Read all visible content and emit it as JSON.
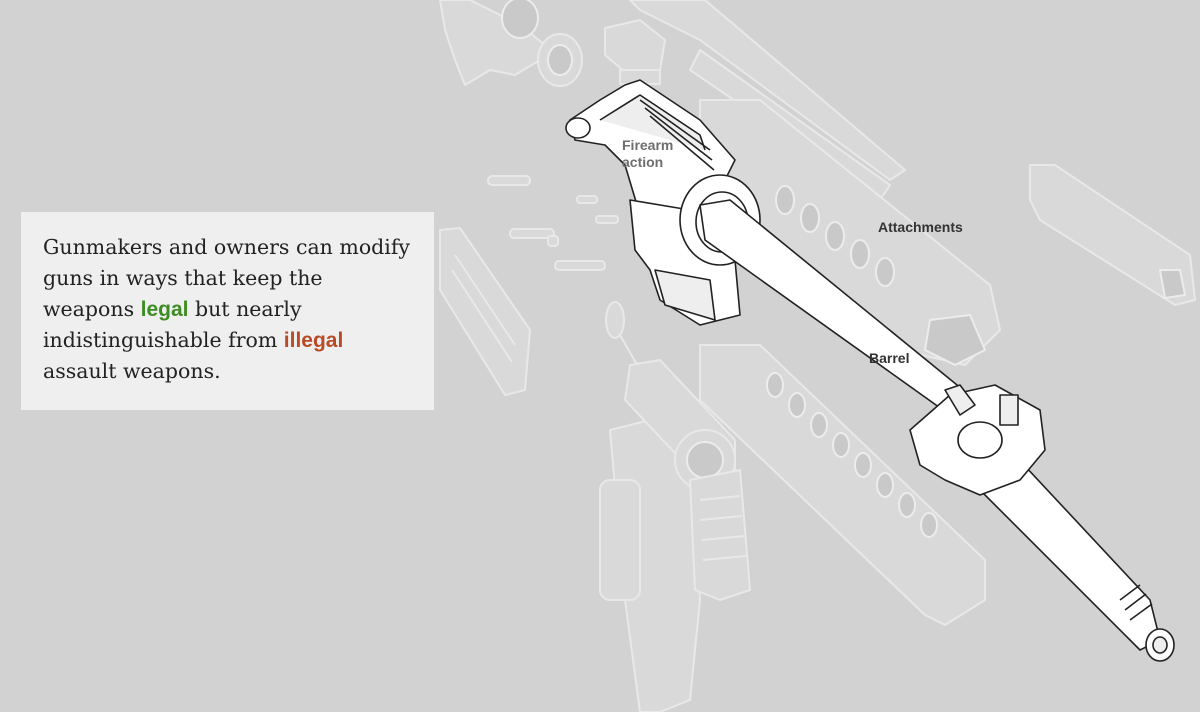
{
  "labels": {
    "firearm_action_line1": "Firearm",
    "firearm_action_line2": "action",
    "attachments": "Attachments",
    "barrel": "Barrel"
  },
  "caption": {
    "part1": "Gunmakers and owners can modify guns in ways that keep the weapons ",
    "legal": "legal",
    "part2": " but nearly indistinguishable from ",
    "illegal": "illegal",
    "part3": " assault weapons."
  },
  "colors": {
    "background": "#d2d2d2",
    "caption_box": "#efefef",
    "legal": "#3e8d24",
    "illegal": "#b84a25"
  }
}
